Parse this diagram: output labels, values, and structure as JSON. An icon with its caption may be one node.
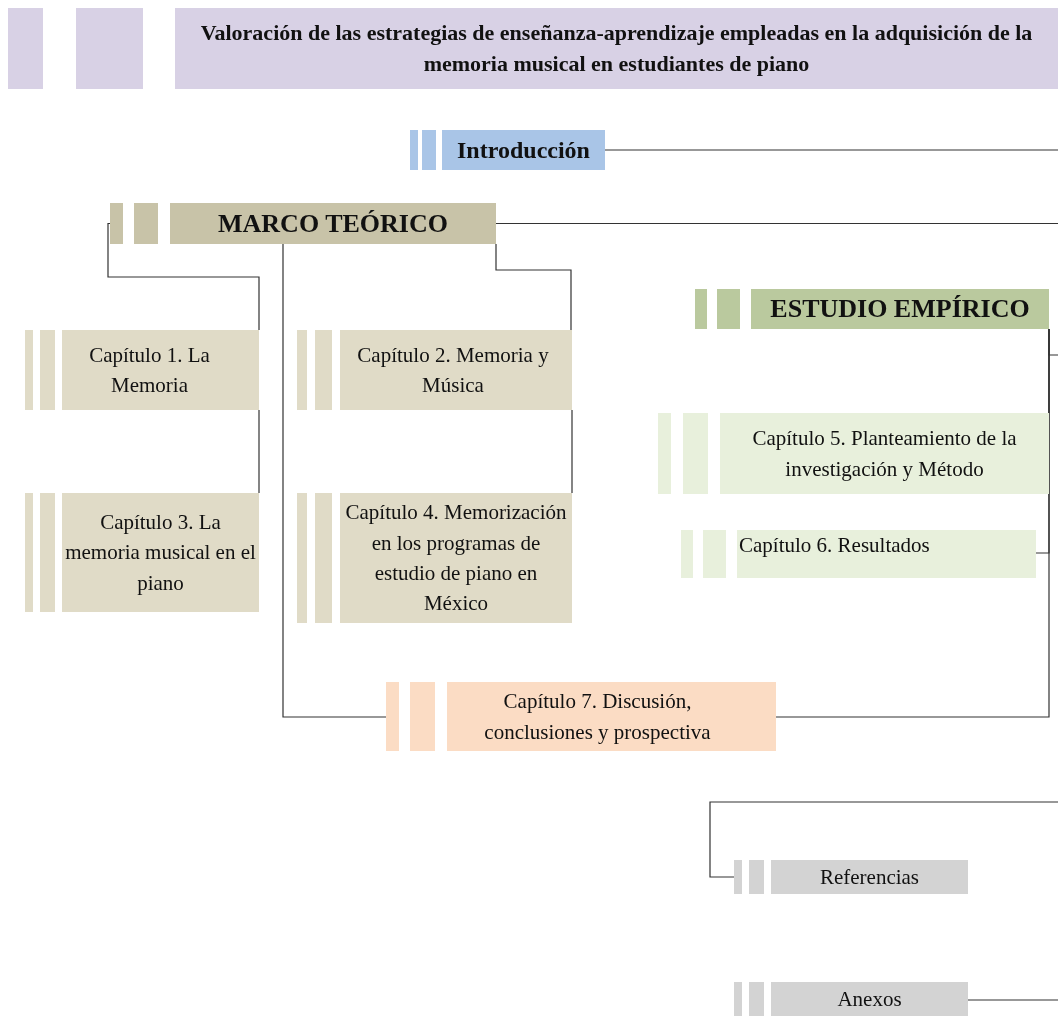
{
  "diagram": {
    "title": "Valoración de las estrategias de enseñanza-aprendizaje empleadas en la adquisición de la memoria musical en estudiantes de piano",
    "nodes": [
      {
        "text": [
          "Introducción"
        ]
      },
      {
        "text": [
          "MARCO TEÓRICO"
        ]
      },
      {
        "text": [
          "Capítulo 1. La Memoria"
        ]
      },
      {
        "text": [
          "Capítulo 2. Memoria y Música"
        ]
      },
      {
        "text": [
          "Capítulo 3. La memoria musical en el piano"
        ]
      },
      {
        "text": [
          "Capítulo 4. Memorización en los programas de estudio de piano en México"
        ]
      },
      {
        "text": [
          "ESTUDIO EMPÍRICO"
        ]
      },
      {
        "text": [
          "Capítulo 5. Planteamiento de la investigación y Método"
        ]
      },
      {
        "text": [
          "Capítulo 6. Resultados"
        ]
      },
      {
        "text": [
          "Capítulo 7. Discusión, conclusiones y prospectiva"
        ]
      },
      {
        "text": [
          "Referencias"
        ]
      },
      {
        "text": [
          "Anexos"
        ]
      }
    ],
    "edges": [
      {
        "from": 0,
        "to": null,
        "arrow": "none"
      },
      {
        "from": 1,
        "to": null,
        "arrow": "none"
      },
      {
        "from": 1,
        "to": 2,
        "arrow": "none"
      },
      {
        "from": 2,
        "to": 4,
        "arrow": "none"
      },
      {
        "from": 1,
        "to": 3,
        "arrow": "none"
      },
      {
        "from": 3,
        "to": 5,
        "arrow": "none"
      },
      {
        "from": 1,
        "to": 9,
        "arrow": "none"
      },
      {
        "from": 6,
        "to": null,
        "arrow": "none"
      },
      {
        "from": 6,
        "to": 7,
        "arrow": "none"
      },
      {
        "from": 6,
        "to": 8,
        "arrow": "none"
      },
      {
        "from": 6,
        "to": 9,
        "arrow": "none"
      },
      {
        "from": null,
        "to": 10,
        "arrow": "none"
      },
      {
        "from": 11,
        "to": null,
        "arrow": "none"
      }
    ]
  }
}
